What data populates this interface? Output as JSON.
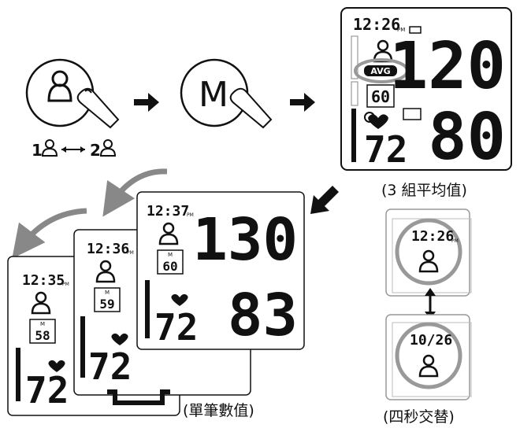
{
  "step1": {
    "user_switch_left": "1",
    "user_switch_right": "2"
  },
  "step2": {
    "m_button_label": "M"
  },
  "avg_display": {
    "time": "12:26",
    "pm": "PM",
    "avg_badge": "AVG",
    "count": "60",
    "systolic": "120",
    "diastolic": "80",
    "pulse": "72",
    "caption": "(3 組平均值)"
  },
  "single_readings": {
    "caption": "(單筆數值)",
    "cards": [
      {
        "time": "12:35",
        "pm": "PM",
        "m": "M",
        "count": "58",
        "pulse": "72"
      },
      {
        "time": "12:36",
        "pm": "PM",
        "m": "M",
        "count": "59",
        "pulse": "72"
      },
      {
        "time": "12:37",
        "pm": "PM",
        "m": "M",
        "count": "60",
        "systolic": "130",
        "diastolic": "83",
        "pulse": "72"
      }
    ]
  },
  "alternate": {
    "time": "12:26",
    "pm": "PM",
    "date": "10/26",
    "caption": "(四秒交替)"
  }
}
